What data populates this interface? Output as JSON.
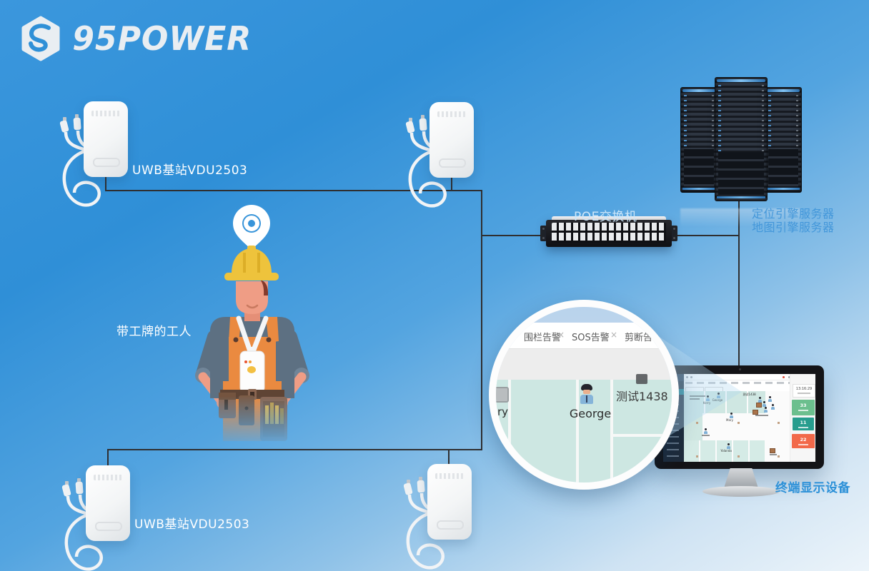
{
  "brand": {
    "logo_text": "95POWER"
  },
  "labels": {
    "station_top": "UWB基站VDU2503",
    "station_bottom": "UWB基站VDU2503",
    "worker": "带工牌的工人",
    "poe_switch": "POE交换机",
    "server_line1": "定位引擎服务器",
    "server_line2": "地图引擎服务器",
    "terminal": "终端显示设备"
  },
  "magnifier": {
    "tabs": [
      {
        "label": "围栏告警",
        "close": "×"
      },
      {
        "label": "SOS告警",
        "close": "×"
      },
      {
        "label": "剪断告警",
        "close": ""
      }
    ],
    "left_partial_name": "ry",
    "person_name": "George",
    "device_name": "测试1438"
  },
  "screen": {
    "clock": "13:16:29",
    "stat_green": "33",
    "stat_teal": "11",
    "stat_orange": "22",
    "map_labels": {
      "kerry": "Kerry",
      "george": "George",
      "tag": "测试1438",
      "mary": "Mary",
      "yolanda": "Yolanda"
    }
  },
  "colors": {
    "background_top": "#3b97dd",
    "background_bottom": "#ecf4fa",
    "label_blue": "#4397da",
    "line": "#2f2f31",
    "accent_green": "#6cbf8e",
    "accent_teal": "#279d8e",
    "accent_orange": "#f2694a",
    "sidebar_dark": "#1e2b3a",
    "map_room_teal": "#cfe7e2"
  }
}
